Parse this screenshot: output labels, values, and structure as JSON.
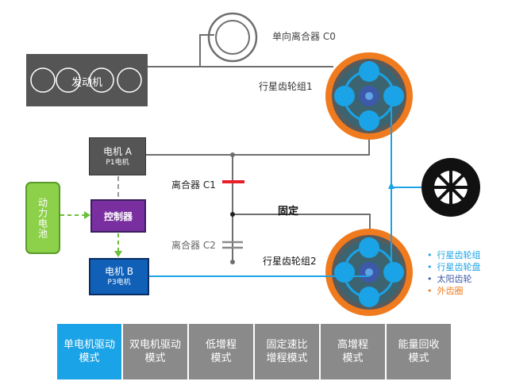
{
  "labels": {
    "clutch_c0": "单向离合器 C0",
    "engine": "发动机",
    "planet1": "行星齿轮组1",
    "motor_a_title": "电机 A",
    "motor_a_sub": "P1电机",
    "clutch_c1": "离合器 C1",
    "clutch_c2": "离合器 C2",
    "fixed": "固定",
    "battery": "动力电池",
    "controller": "控制器",
    "planet2": "行星齿轮组2",
    "motor_b_title": "电机 B",
    "motor_b_sub": "P3电机"
  },
  "legend": [
    {
      "label": "行星齿轮组",
      "color": "#1aa3e6"
    },
    {
      "label": "行星齿轮盘",
      "color": "#1aa3e6"
    },
    {
      "label": "太阳齿轮",
      "color": "#3d5aa8"
    },
    {
      "label": "外齿圈",
      "color": "#f07b1e"
    }
  ],
  "modes": [
    {
      "line1": "单电机驱动",
      "line2": "模式",
      "active": true
    },
    {
      "line1": "双电机驱动",
      "line2": "模式",
      "active": false
    },
    {
      "line1": "低增程",
      "line2": "模式",
      "active": false
    },
    {
      "line1": "固定速比",
      "line2": "增程模式",
      "active": false
    },
    {
      "line1": "高增程",
      "line2": "模式",
      "active": false
    },
    {
      "line1": "能量回收",
      "line2": "模式",
      "active": false
    }
  ],
  "colors": {
    "accent": "#1aa3e6",
    "clutch_engaged": "#e8202a",
    "battery": "#8dd14b",
    "controller": "#7a2fa0",
    "motor_b": "#1060b8",
    "ring_gear": "#f07b1e"
  }
}
